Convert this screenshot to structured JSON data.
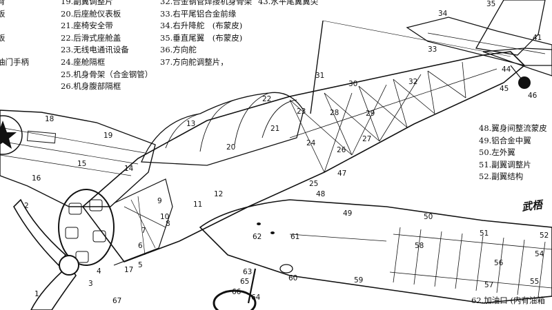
{
  "legend": {
    "left_edge": [
      "背",
      "板",
      "",
      "板",
      "",
      "油门手柄"
    ],
    "col1": [
      "19.副翼调整片",
      "20.后座舱仪表板",
      "21.座椅安全带",
      "22.后滑式座舱盖",
      "23.无线电通讯设备",
      "24.座舱隔框",
      "25.机身骨架（合金钢管）",
      "26.机身腹部隔框"
    ],
    "col2": [
      "32.合金钢管焊接机身骨架",
      "33.右平尾铝合金前缘",
      "34.右升降舵　(布蒙皮)",
      "35.垂直尾翼　(布蒙皮)",
      "36.方向舵",
      "37.方向舵调整片，"
    ],
    "col3": [
      "43.水平尾翼翼尖"
    ],
    "right": [
      "48.翼身间整流蒙皮",
      "49.铝合金中翼",
      "50.左外翼",
      "51.副翼调整片",
      "52.副翼结构"
    ]
  },
  "footnote": "62.加油口 (内有油箱",
  "signature": "武梧",
  "callouts": [
    "1",
    "2",
    "3",
    "4",
    "5",
    "6",
    "7",
    "8",
    "9",
    "10",
    "11",
    "12",
    "13",
    "14",
    "15",
    "16",
    "17",
    "18",
    "19",
    "20",
    "21",
    "22",
    "23",
    "24",
    "25",
    "26",
    "27",
    "28",
    "29",
    "30",
    "31",
    "32",
    "33",
    "34",
    "35",
    "41",
    "44",
    "45",
    "46",
    "47",
    "48",
    "49",
    "50",
    "51",
    "52",
    "54",
    "55",
    "56",
    "57",
    "58",
    "59",
    "60",
    "61",
    "62",
    "63",
    "64",
    "65",
    "66",
    "67"
  ]
}
